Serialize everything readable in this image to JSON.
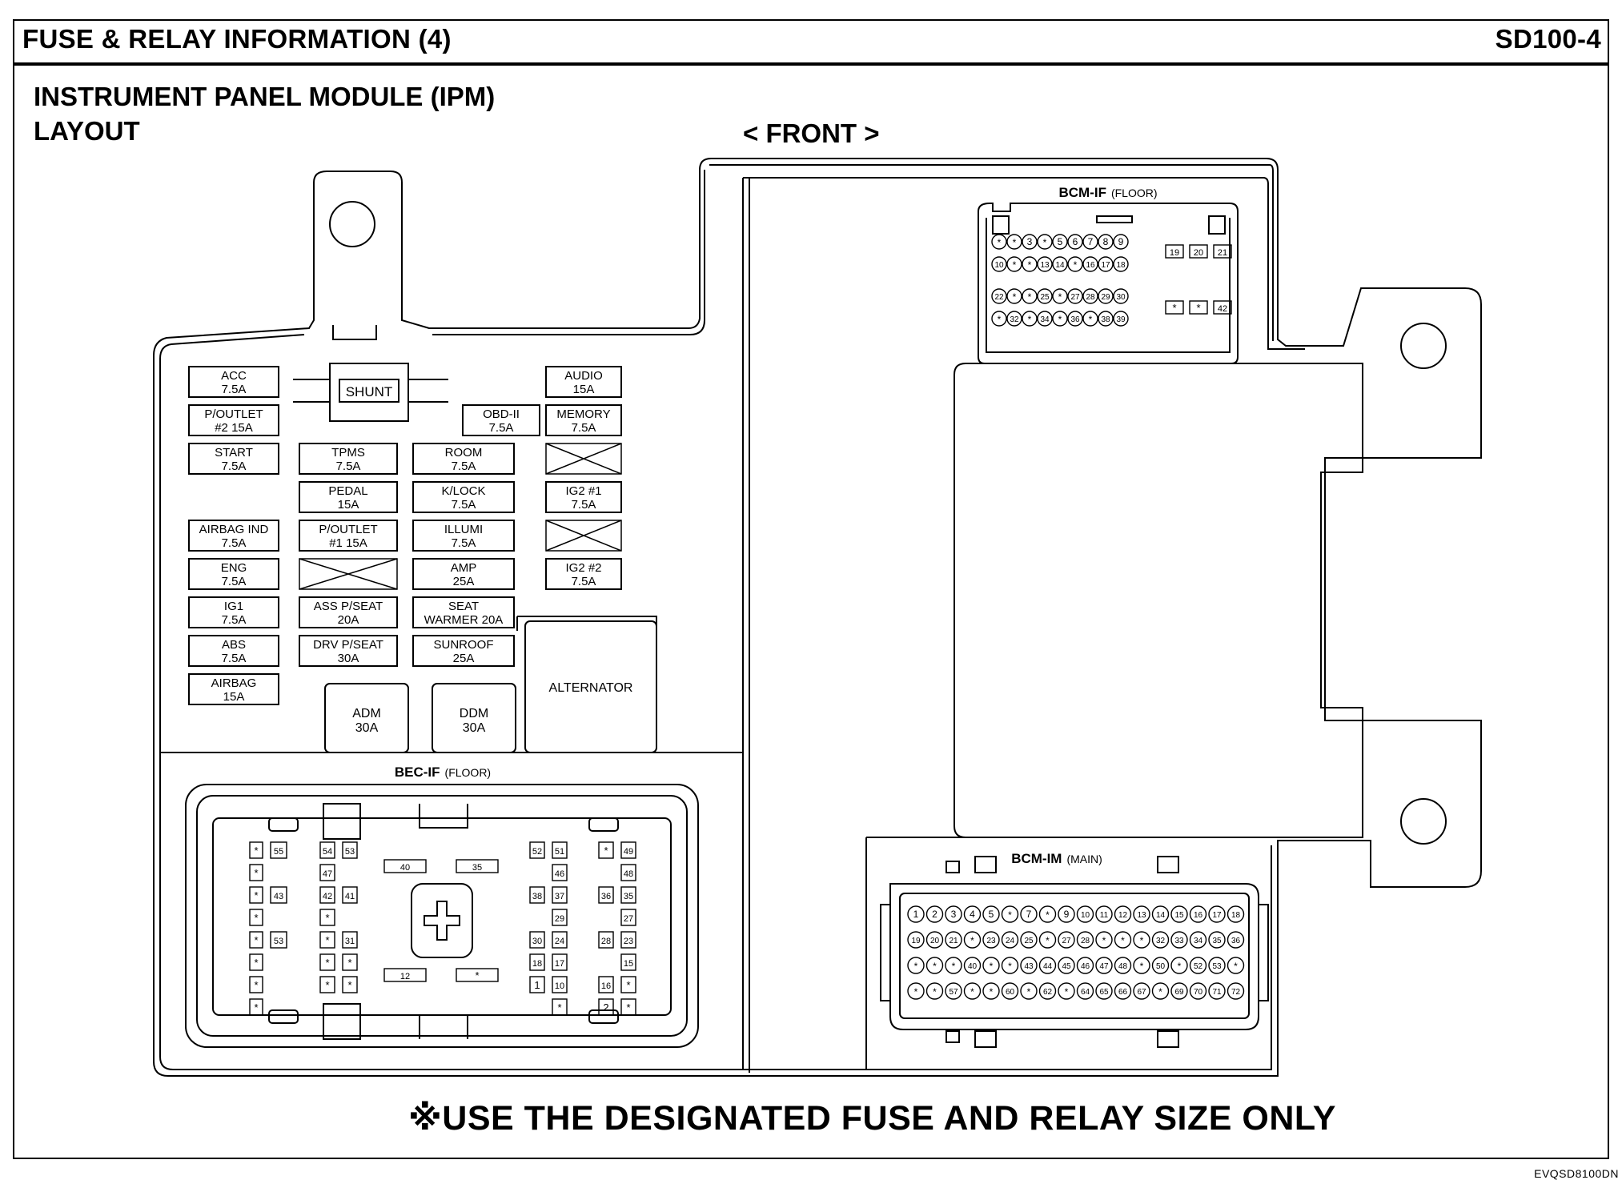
{
  "header": {
    "title": "FUSE & RELAY INFORMATION (4)",
    "page_id": "SD100-4"
  },
  "subtitle": {
    "line1": "INSTRUMENT PANEL MODULE (IPM)",
    "line2": "LAYOUT"
  },
  "front_label": "< FRONT >",
  "footer_note": "※USE THE DESIGNATED FUSE AND RELAY SIZE ONLY",
  "figure_code": "EVQSD8100DN",
  "shunt": "SHUNT",
  "fuses": [
    {
      "name": "ACC",
      "rating": "7.5A"
    },
    {
      "name": "P/OUTLET",
      "rating": "#2 15A"
    },
    {
      "name": "START",
      "rating": "7.5A"
    },
    {
      "name": "AIRBAG IND",
      "rating": "7.5A"
    },
    {
      "name": "ENG",
      "rating": "7.5A"
    },
    {
      "name": "IG1",
      "rating": "7.5A"
    },
    {
      "name": "ABS",
      "rating": "7.5A"
    },
    {
      "name": "AIRBAG",
      "rating": "15A"
    },
    {
      "name": "TPMS",
      "rating": "7.5A"
    },
    {
      "name": "PEDAL",
      "rating": "15A"
    },
    {
      "name": "P/OUTLET",
      "rating": "#1 15A"
    },
    {
      "name": "ASS P/SEAT",
      "rating": "20A"
    },
    {
      "name": "DRV P/SEAT",
      "rating": "30A"
    },
    {
      "name": "OBD-II",
      "rating": "7.5A"
    },
    {
      "name": "ROOM",
      "rating": "7.5A"
    },
    {
      "name": "K/LOCK",
      "rating": "7.5A"
    },
    {
      "name": "ILLUMI",
      "rating": "7.5A"
    },
    {
      "name": "AMP",
      "rating": "25A"
    },
    {
      "name": "SEAT",
      "rating": "WARMER 20A"
    },
    {
      "name": "SUNROOF",
      "rating": "25A"
    },
    {
      "name": "AUDIO",
      "rating": "15A"
    },
    {
      "name": "MEMORY",
      "rating": "7.5A"
    },
    {
      "name": "IG2 #1",
      "rating": "7.5A"
    },
    {
      "name": "IG2 #2",
      "rating": "7.5A"
    }
  ],
  "large_fuses": [
    {
      "name": "ADM",
      "rating": "30A"
    },
    {
      "name": "DDM",
      "rating": "30A"
    }
  ],
  "alternator": "ALTERNATOR",
  "connectors": {
    "bcm_if": {
      "name": "BCM-IF",
      "qualifier": "(FLOOR)"
    },
    "bec_if": {
      "name": "BEC-IF",
      "qualifier": "(FLOOR)"
    },
    "bcm_im": {
      "name": "BCM-IM",
      "qualifier": "(MAIN)"
    }
  },
  "bcm_if_pins": {
    "row1": [
      "*",
      "*",
      "3",
      "*",
      "5",
      "6",
      "7",
      "8",
      "9"
    ],
    "row2": [
      "10",
      "*",
      "*",
      "13",
      "14",
      "*",
      "16",
      "17",
      "18"
    ],
    "row3": [
      "22",
      "*",
      "*",
      "25",
      "*",
      "27",
      "28",
      "29",
      "30"
    ],
    "row4": [
      "*",
      "32",
      "*",
      "34",
      "*",
      "36",
      "*",
      "38",
      "39"
    ],
    "square": [
      "19",
      "20",
      "21",
      "*",
      "*",
      "42"
    ]
  },
  "bec_if_pins": {
    "left_outer": [
      "*",
      "*",
      "*",
      "*",
      "*",
      "*",
      "*",
      "*"
    ],
    "left_outer_labels": [
      "55",
      "",
      "43",
      "",
      "53",
      "",
      "",
      ""
    ],
    "left_inner_a": [
      "54",
      "47",
      "42",
      "*",
      "*",
      "*",
      "*",
      ""
    ],
    "left_inner_b": [
      "53",
      "",
      "41",
      "",
      "31",
      "*",
      "*",
      ""
    ],
    "center_top": [
      "40",
      "35"
    ],
    "center_bottom": [
      "12",
      "*"
    ],
    "right_inner_a": [
      "52",
      "",
      "38",
      "",
      "30",
      "18",
      "1",
      ""
    ],
    "right_inner_b": [
      "51",
      "46",
      "37",
      "29",
      "24",
      "17",
      "10",
      "*"
    ],
    "right_outer_a": [
      "*",
      "",
      "36",
      "",
      "28",
      "",
      "16",
      "2"
    ],
    "right_outer_b": [
      "49",
      "48",
      "35",
      "27",
      "23",
      "15",
      "*",
      "*"
    ]
  },
  "bcm_im_pins": {
    "row1": [
      "1",
      "2",
      "3",
      "4",
      "5",
      "*",
      "7",
      "*",
      "9",
      "10",
      "11",
      "12",
      "13",
      "14",
      "15",
      "16",
      "17",
      "18"
    ],
    "row2": [
      "19",
      "20",
      "21",
      "*",
      "23",
      "24",
      "25",
      "*",
      "27",
      "28",
      "*",
      "*",
      "*",
      "32",
      "33",
      "34",
      "35",
      "36"
    ],
    "row3": [
      "*",
      "*",
      "*",
      "40",
      "*",
      "*",
      "43",
      "44",
      "45",
      "46",
      "47",
      "48",
      "*",
      "50",
      "*",
      "52",
      "53",
      "*"
    ],
    "row4": [
      "*",
      "*",
      "57",
      "*",
      "*",
      "60",
      "*",
      "62",
      "*",
      "64",
      "65",
      "66",
      "67",
      "*",
      "69",
      "70",
      "71",
      "72"
    ]
  }
}
